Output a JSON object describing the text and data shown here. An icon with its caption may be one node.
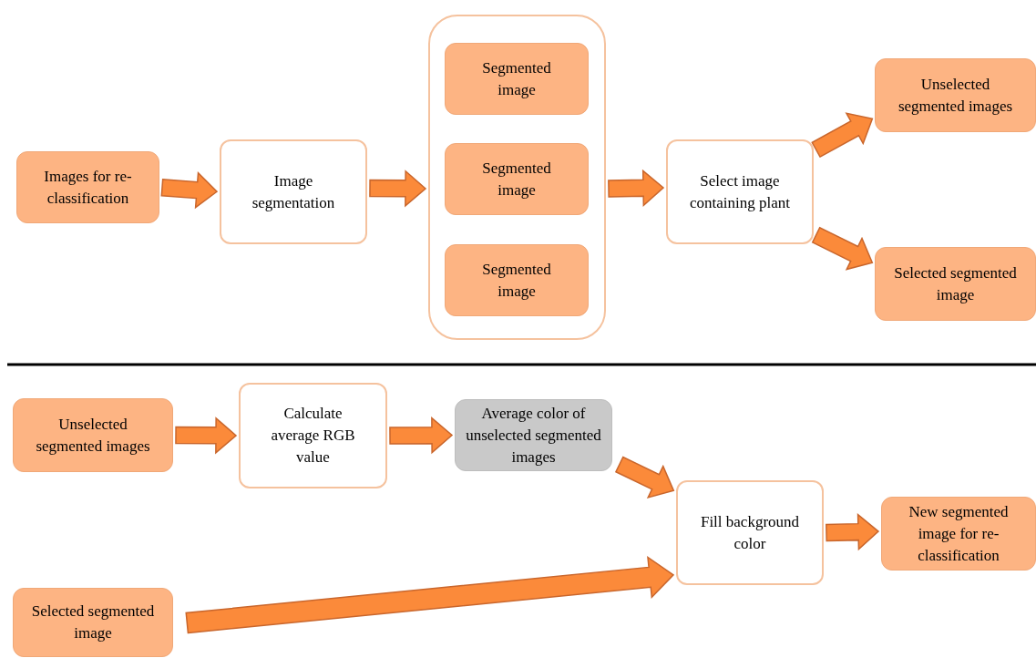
{
  "diagram": {
    "nodes": [
      {
        "text": [
          "Images for re-classification"
        ]
      },
      {
        "text": [
          "Image segmentation"
        ]
      },
      {
        "text": [],
        "shape": "box"
      },
      {
        "text": [
          "Segmented image"
        ],
        "in": 2
      },
      {
        "text": [
          "Segmented image"
        ],
        "in": 2
      },
      {
        "text": [
          "Segmented image"
        ],
        "in": 2
      },
      {
        "text": [
          "Select image containing plant"
        ]
      },
      {
        "text": [
          "Unselected segmented images"
        ]
      },
      {
        "text": [
          "Selected segmented image"
        ]
      },
      {
        "text": [
          "Unselected segmented images"
        ]
      },
      {
        "text": [
          "Calculate average RGB value"
        ]
      },
      {
        "text": [
          "Average color of unselected segmented images"
        ]
      },
      {
        "text": [
          "Fill background color"
        ]
      },
      {
        "text": [
          "New segmented image for re-classification"
        ]
      },
      {
        "text": [
          "Selected segmented image"
        ]
      }
    ],
    "edges": [
      {
        "from": 0,
        "to": 1,
        "arrow": "to"
      },
      {
        "from": 1,
        "to": 2,
        "arrow": "to"
      },
      {
        "from": 2,
        "to": 6,
        "arrow": "to"
      },
      {
        "from": 6,
        "to": 7,
        "arrow": "to"
      },
      {
        "from": 6,
        "to": 8,
        "arrow": "to"
      },
      {
        "from": 9,
        "to": 10,
        "arrow": "to"
      },
      {
        "from": 10,
        "to": 11,
        "arrow": "to"
      },
      {
        "from": 11,
        "to": 12,
        "arrow": "to"
      },
      {
        "from": 14,
        "to": 12,
        "arrow": "to"
      },
      {
        "from": 12,
        "to": 13,
        "arrow": "to"
      }
    ]
  }
}
